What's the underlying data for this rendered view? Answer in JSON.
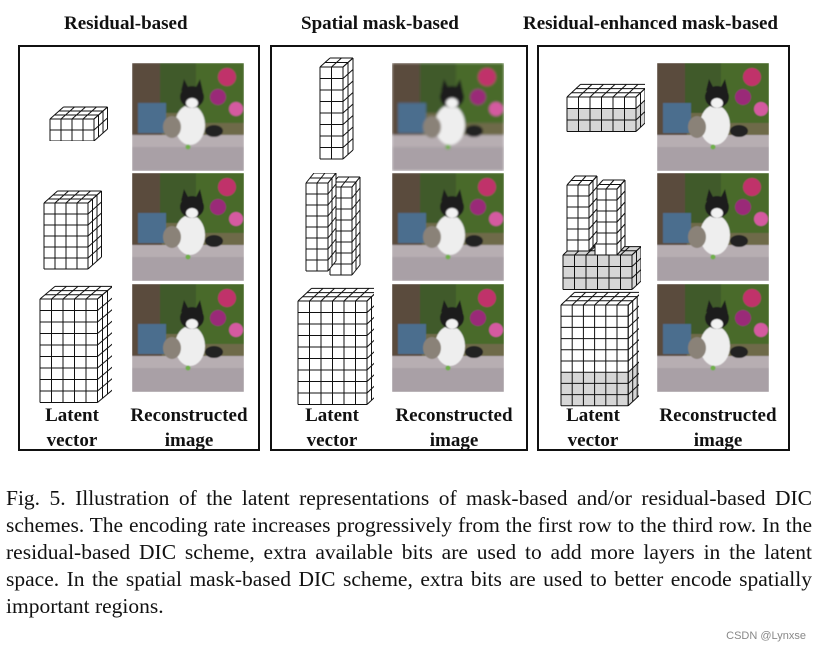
{
  "headings": [
    "Residual-based",
    "Spatial mask-based",
    "Residual-enhanced mask-based"
  ],
  "labels": {
    "latent": [
      "Latent",
      "vector"
    ],
    "reconstructed": [
      "Reconstructed",
      "image"
    ]
  },
  "caption": "Fig. 5.   Illustration of the latent representations of mask-based and/or residual-based DIC schemes. The encoding rate increases progressively from the first row to the third row. In the residual-based DIC scheme, extra available bits are used to add more layers in the latent space. In the spatial mask-based DIC scheme, extra bits are used to better encode spatially important regions.",
  "watermark": "CSDN @Lynxse",
  "colors": {
    "grid_line": "#111111",
    "residual_fill": "#d6d6d6",
    "cube_fill": "#ffffff"
  }
}
